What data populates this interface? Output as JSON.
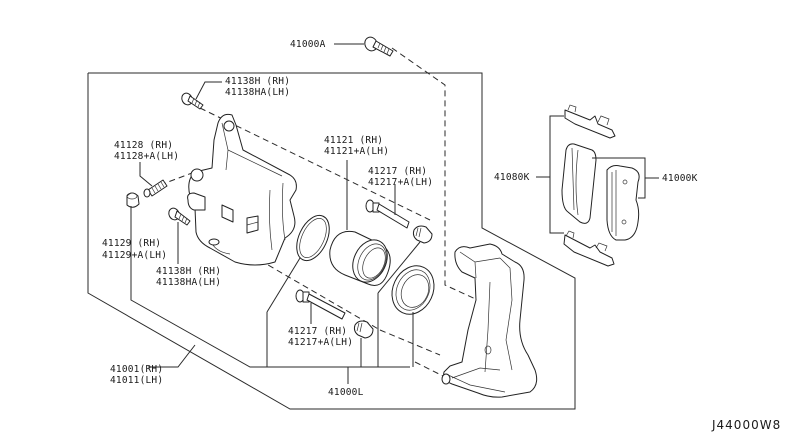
{
  "diagram": {
    "title": "Front brake caliper assembly parts diagram",
    "reference_code": "J44000W8",
    "callouts": [
      {
        "id": "bolt-top",
        "lines": [
          "41000A"
        ]
      },
      {
        "id": "guide-bolt-upper",
        "lines": [
          "41138H  (RH)",
          "41138HA(LH)"
        ]
      },
      {
        "id": "bleeder-screw",
        "lines": [
          "41128  (RH)",
          "41128+A(LH)"
        ]
      },
      {
        "id": "piston",
        "lines": [
          "41121  (RH)",
          "41121+A(LH)"
        ]
      },
      {
        "id": "pin-upper",
        "lines": [
          "41217 (RH)",
          "41217+A(LH)"
        ]
      },
      {
        "id": "bleeder-cap",
        "lines": [
          "41129   (RH)",
          "41129+A(LH)"
        ]
      },
      {
        "id": "guide-bolt-lower",
        "lines": [
          "41138H (RH)",
          "41138HA(LH)"
        ]
      },
      {
        "id": "pin-lower",
        "lines": [
          "41217 (RH)",
          "41217+A(LH)"
        ]
      },
      {
        "id": "caliper-assembly",
        "lines": [
          "41001(RH)",
          "41011(LH)"
        ]
      },
      {
        "id": "seal-kit",
        "lines": [
          "41000L"
        ]
      },
      {
        "id": "pad-hardware-kit",
        "lines": [
          "41080K"
        ]
      },
      {
        "id": "pad-kit",
        "lines": [
          "41000K"
        ]
      }
    ]
  }
}
